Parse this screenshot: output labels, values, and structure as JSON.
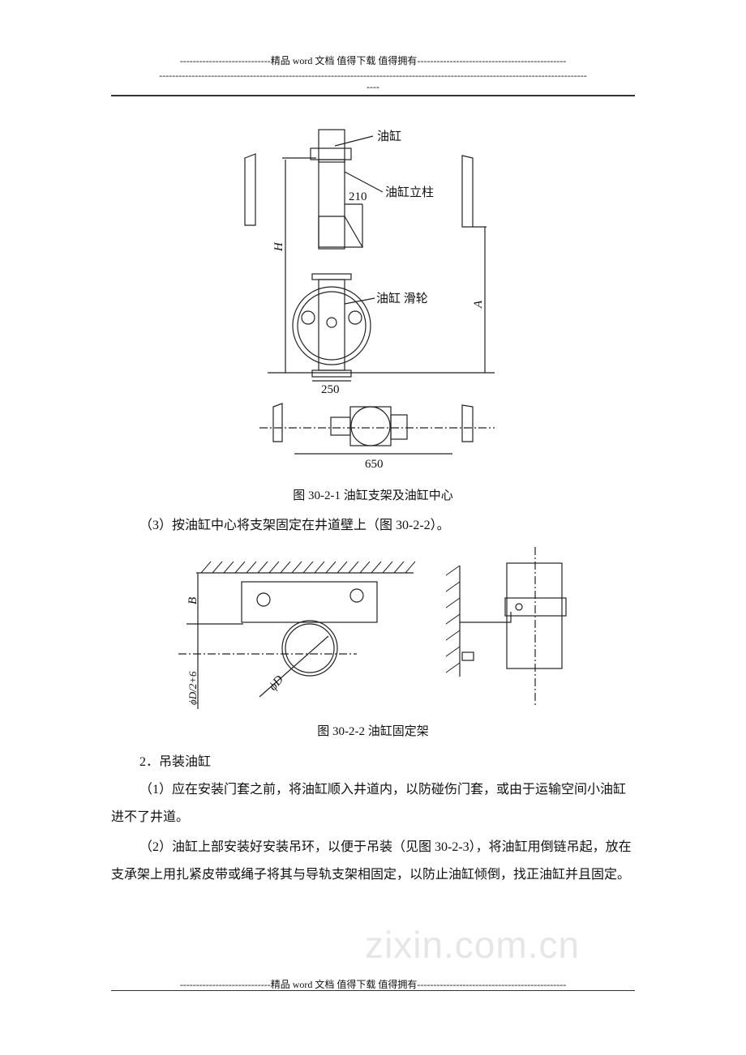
{
  "header": {
    "line1": "----------------------------精品 word 文档  值得下载  值得拥有----------------------------------------------",
    "line2": "------------------------------------------------------------------------------------------------------------------------------------",
    "line3": "----"
  },
  "watermark": "zixin.com.cn",
  "figure1": {
    "labels": {
      "cylinder": "油缸",
      "column": "油缸立柱",
      "pulley": "油缸  滑轮"
    },
    "dims": {
      "d210": "210",
      "d250": "250",
      "d650": "650",
      "H": "H",
      "A": "A"
    },
    "caption": "图 30-2-1  油缸支架及油缸中心"
  },
  "para_3": "（3）按油缸中心将支架固定在井道壁上（图 30-2-2）。",
  "figure2": {
    "dims": {
      "B": "B",
      "phiD": "ϕD",
      "phiD2": "ϕD/2+6"
    },
    "caption": "图 30-2-2  油缸固定架"
  },
  "section_2": "2．吊装油缸",
  "para_s1": "（1）应在安装门套之前，将油缸顺入井道内，以防碰伤门套，或由于运输空间小油缸进不了井道。",
  "para_s2": "（2）油缸上部安装好安装吊环，以便于吊装（见图 30-2-3），将油缸用倒链吊起，放在支承架上用扎紧皮带或绳子将其与导轨支架相固定，以防止油缸倾倒，找正油缸并且固定。",
  "footer": {
    "line1": "----------------------------精品 word 文档  值得下载  值得拥有----------------------------------------------"
  }
}
